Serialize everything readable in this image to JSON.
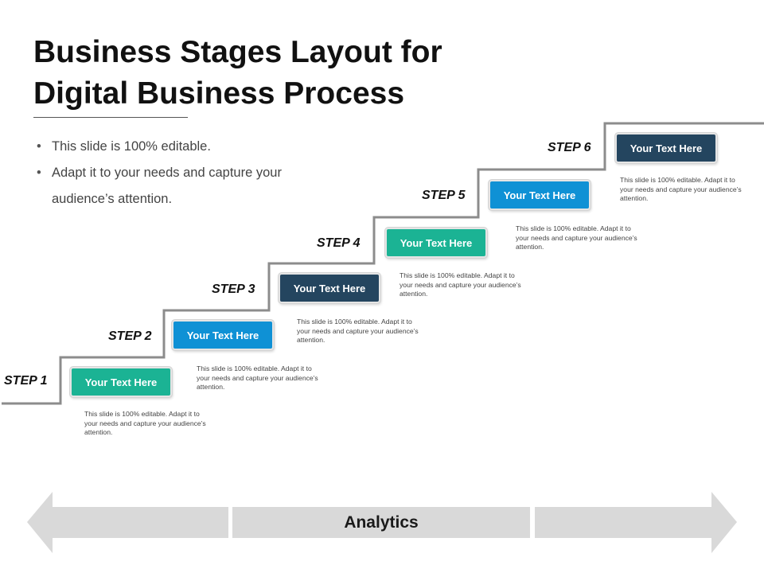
{
  "slide": {
    "title": "Business Stages Layout for Digital Business Process",
    "bullets": [
      "This slide is 100% editable.",
      "Adapt it to your needs and capture your audience’s attention."
    ]
  },
  "steps": [
    {
      "label": "STEP 1",
      "box_text": "Your Text Here",
      "color": "#1bb394",
      "description": "This slide is 100% editable. Adapt it to your needs and capture your audience’s attention."
    },
    {
      "label": "STEP 2",
      "box_text": "Your Text Here",
      "color": "#0f91d5",
      "description": "This slide is 100% editable. Adapt it to your needs and capture your audience’s attention."
    },
    {
      "label": "STEP 3",
      "box_text": "Your Text Here",
      "color": "#24455f",
      "description": "This slide is 100% editable. Adapt it to your needs and capture your audience’s attention."
    },
    {
      "label": "STEP 4",
      "box_text": "Your Text Here",
      "color": "#1bb394",
      "description": "This slide is 100% editable. Adapt it to your needs and capture your audience’s attention."
    },
    {
      "label": "STEP 5",
      "box_text": "Your Text Here",
      "color": "#0f91d5",
      "description": "This slide is 100% editable. Adapt it to your needs and capture your audience’s attention."
    },
    {
      "label": "STEP 6",
      "box_text": "Your Text Here",
      "color": "#24455f",
      "description": "This slide is 100% editable. Adapt it to your needs and capture your audience’s attention."
    }
  ],
  "footer": {
    "label": "Analytics",
    "arrow_color": "#d9d9d9"
  }
}
